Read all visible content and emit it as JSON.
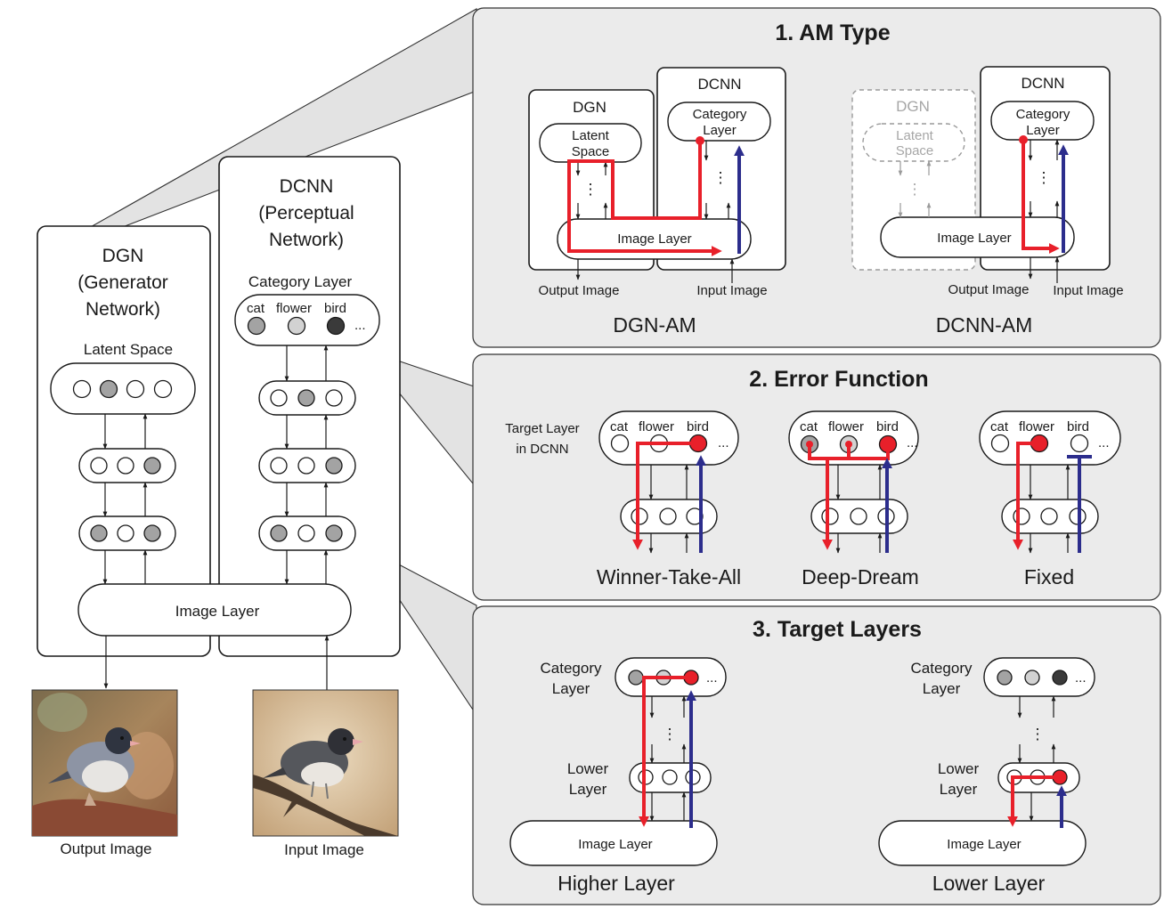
{
  "left": {
    "dgn_title": [
      "DGN",
      "(Generator",
      "Network)"
    ],
    "dcnn_title": [
      "DCNN",
      "(Perceptual",
      "Network)"
    ],
    "latent_space": "Latent Space",
    "category_layer": "Category Layer",
    "categories": [
      "cat",
      "flower",
      "bird"
    ],
    "ellipsis": "...",
    "image_layer": "Image Layer",
    "output_image": "Output Image",
    "input_image": "Input Image"
  },
  "panel1": {
    "title": "1. AM Type",
    "dgn": "DGN",
    "dcnn": "DCNN",
    "latent_space": [
      "Latent",
      "Space"
    ],
    "category_layer": [
      "Category",
      "Layer"
    ],
    "image_layer": "Image Layer",
    "output_image": "Output Image",
    "input_image": "Input Image",
    "caption_left": "DGN-AM",
    "caption_right": "DCNN-AM"
  },
  "panel2": {
    "title": "2. Error Function",
    "target_layer": [
      "Target Layer",
      "in DCNN"
    ],
    "categories": [
      "cat",
      "flower",
      "bird"
    ],
    "ellipsis": "...",
    "captions": [
      "Winner-Take-All",
      "Deep-Dream",
      "Fixed"
    ]
  },
  "panel3": {
    "title": "3. Target Layers",
    "category_layer": [
      "Category",
      "Layer"
    ],
    "lower_layer": [
      "Lower",
      "Layer"
    ],
    "image_layer": "Image Layer",
    "ellipsis": "...",
    "captions": [
      "Higher Layer",
      "Lower Layer"
    ]
  },
  "colors": {
    "error_path": "#e8202a",
    "input_path": "#2c2d8c",
    "panel_bg": "#ebebeb",
    "node_gray": "#a3a3a3",
    "node_dark": "#3a3a3a",
    "node_light": "#d2d2d2"
  }
}
